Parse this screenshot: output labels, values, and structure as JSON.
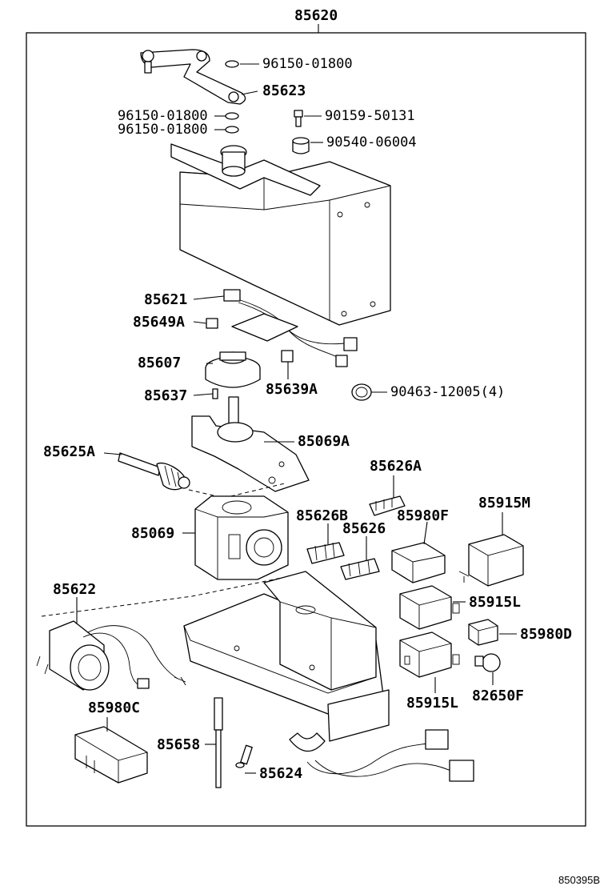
{
  "assembly_number": "85620",
  "reference_code": "850395B",
  "callouts": [
    {
      "id": "c1",
      "label": "96150-01800"
    },
    {
      "id": "c2",
      "label": "85623"
    },
    {
      "id": "c3",
      "label": "96150-01800"
    },
    {
      "id": "c4",
      "label": "96150-01800"
    },
    {
      "id": "c5",
      "label": "90159-50131"
    },
    {
      "id": "c6",
      "label": "90540-06004"
    },
    {
      "id": "c7",
      "label": "85621"
    },
    {
      "id": "c8",
      "label": "85649A"
    },
    {
      "id": "c9",
      "label": "85607"
    },
    {
      "id": "c10",
      "label": "85639A"
    },
    {
      "id": "c11",
      "label": "85637"
    },
    {
      "id": "c12",
      "label": "90463-12005(4)"
    },
    {
      "id": "c13",
      "label": "85069A"
    },
    {
      "id": "c14",
      "label": "85625A"
    },
    {
      "id": "c15",
      "label": "85626A"
    },
    {
      "id": "c16",
      "label": "85626B"
    },
    {
      "id": "c17",
      "label": "85980F"
    },
    {
      "id": "c18",
      "label": "85915M"
    },
    {
      "id": "c19",
      "label": "85626"
    },
    {
      "id": "c20",
      "label": "85069"
    },
    {
      "id": "c21",
      "label": "85622"
    },
    {
      "id": "c22",
      "label": "85915L"
    },
    {
      "id": "c23",
      "label": "85980D"
    },
    {
      "id": "c24",
      "label": "85915L"
    },
    {
      "id": "c25",
      "label": "82650F"
    },
    {
      "id": "c26",
      "label": "85980C"
    },
    {
      "id": "c27",
      "label": "85658"
    },
    {
      "id": "c28",
      "label": "85624"
    }
  ]
}
